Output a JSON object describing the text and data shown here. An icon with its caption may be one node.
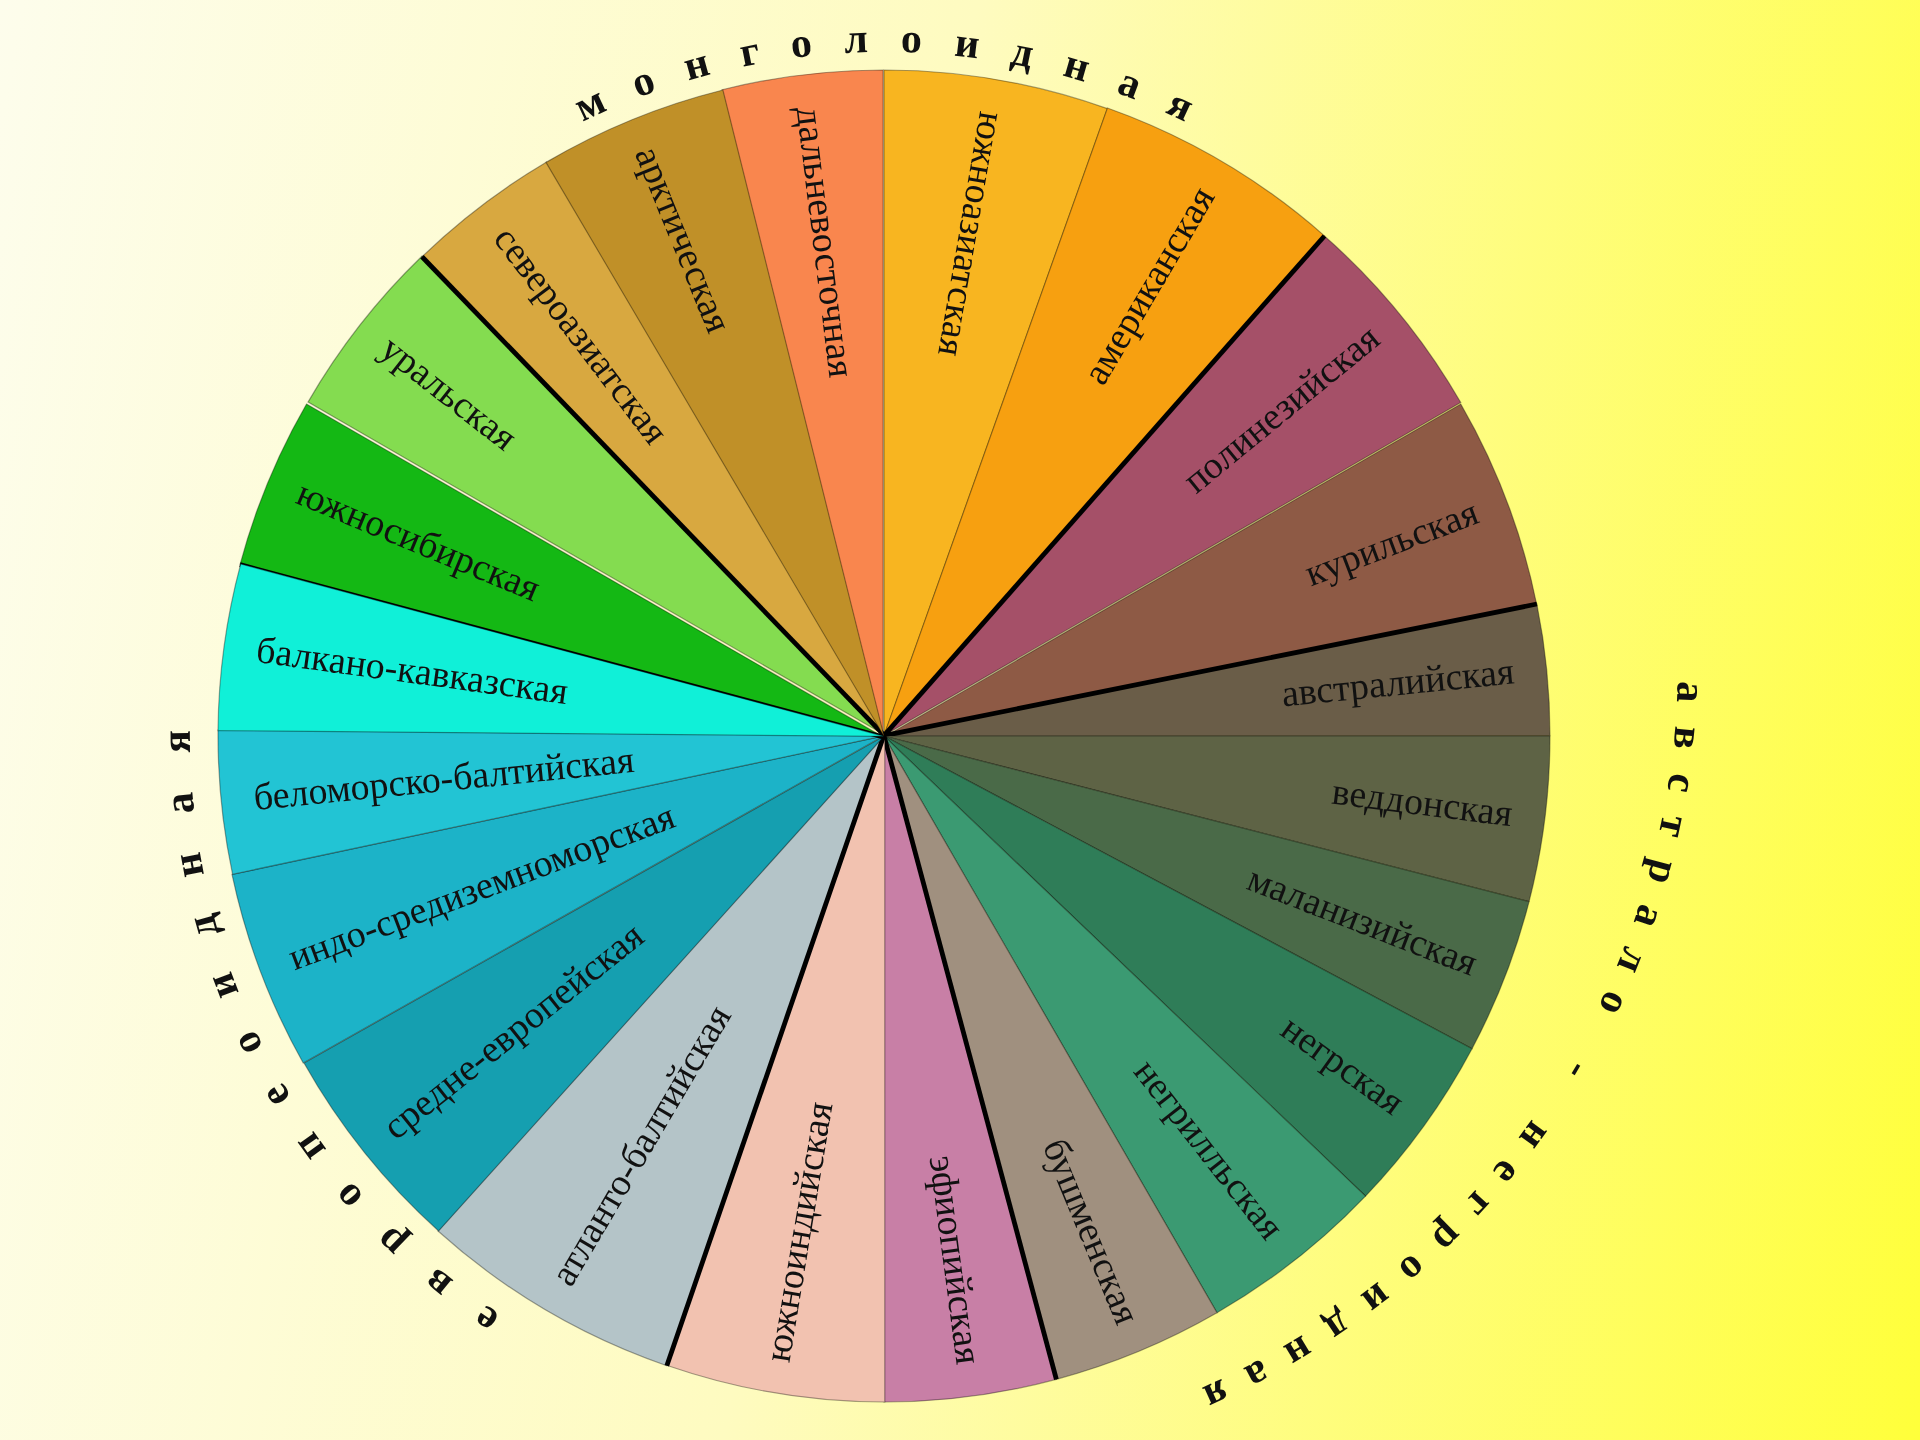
{
  "diagram": {
    "nodes": [
      {
        "text": [
          "дальневосточная"
        ]
      },
      {
        "text": [
          "южноазиатская"
        ]
      },
      {
        "text": [
          "американская"
        ]
      },
      {
        "text": [
          "полинезийская"
        ]
      },
      {
        "text": [
          "курильская"
        ]
      },
      {
        "text": [
          "австралийская"
        ]
      },
      {
        "text": [
          "веддонская"
        ]
      },
      {
        "text": [
          "маланизийская"
        ]
      },
      {
        "text": [
          "негрская"
        ]
      },
      {
        "text": [
          "негрилльская"
        ]
      },
      {
        "text": [
          "бушменская"
        ]
      },
      {
        "text": [
          "эфиопийская"
        ]
      },
      {
        "text": [
          "южноиндийская"
        ]
      },
      {
        "text": [
          "атланто-балтийская"
        ]
      },
      {
        "text": [
          "средне-европейская"
        ]
      },
      {
        "text": [
          "индо-средиземноморская"
        ]
      },
      {
        "text": [
          "беломорско-балтийская"
        ]
      },
      {
        "text": [
          "балкано-кавказская"
        ]
      },
      {
        "text": [
          "южносибирская"
        ]
      },
      {
        "text": [
          "уральская"
        ]
      },
      {
        "text": [
          "североазиатская"
        ]
      },
      {
        "text": [
          "арктическая"
        ]
      }
    ],
    "labels": [
      "монголоидная",
      "австрало - негроидная",
      "европеоидная"
    ]
  }
}
